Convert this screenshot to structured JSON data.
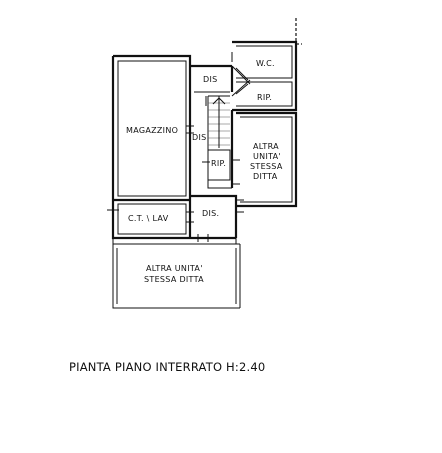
{
  "plan": {
    "rooms": {
      "magazzino": "MAGAZZINO",
      "dis_top": "DIS",
      "dis_mid": "DIS",
      "dis_bottom": "DIS.",
      "wc": "W.C.",
      "rip_top": "RIP.",
      "rip_mid": "RIP.",
      "altra_right": [
        "ALTRA",
        "UNITA'",
        "STESSA",
        "DITTA"
      ],
      "ct_lav": "C.T. \\ LAV",
      "altra_bottom": [
        "ALTRA UNITA'",
        "STESSA DITTA"
      ]
    },
    "caption": "PIANTA PIANO INTERRATO H:2.40"
  }
}
